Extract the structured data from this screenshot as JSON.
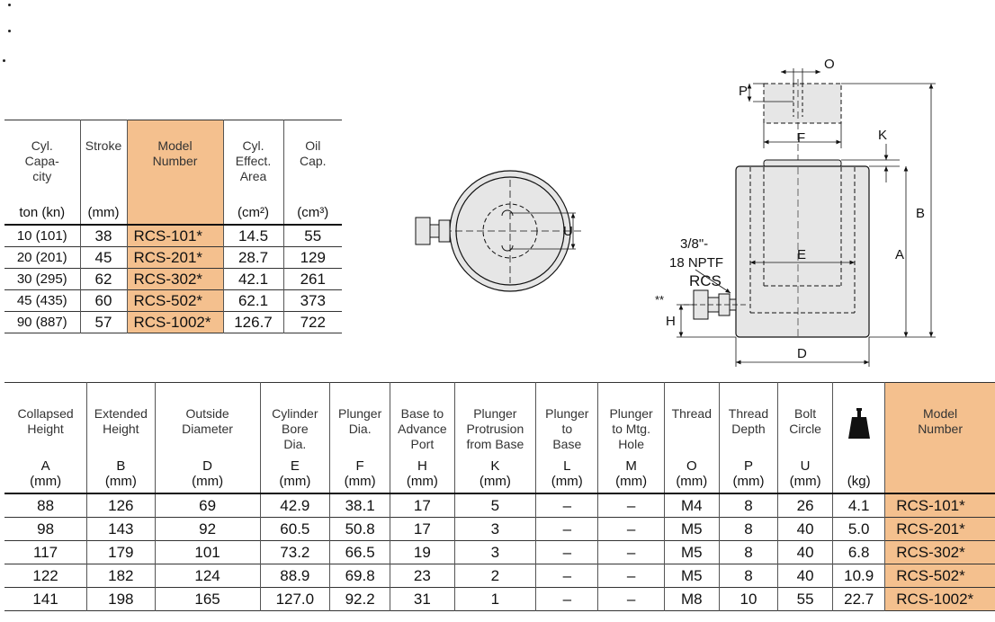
{
  "top_table": {
    "headers": [
      {
        "label": "Cyl.\nCapa-\ncity",
        "unit": "ton (kn)"
      },
      {
        "label": "Stroke",
        "unit": "(mm)"
      },
      {
        "label": "Model\nNumber",
        "unit": ""
      },
      {
        "label": "Cyl.\nEffect.\nArea",
        "unit": "(cm²)"
      },
      {
        "label": "Oil\nCap.",
        "unit": "(cm³)"
      }
    ],
    "rows": [
      [
        "10 (101)",
        "38",
        "RCS-101*",
        "14.5",
        "55"
      ],
      [
        "20 (201)",
        "45",
        "RCS-201*",
        "28.7",
        "129"
      ],
      [
        "30 (295)",
        "62",
        "RCS-302*",
        "42.1",
        "261"
      ],
      [
        "45 (435)",
        "60",
        "RCS-502*",
        "62.1",
        "373"
      ],
      [
        "90 (887)",
        "57",
        "RCS-1002*",
        "126.7",
        "722"
      ]
    ]
  },
  "bottom_table": {
    "headers": [
      {
        "label": "Collapsed\nHeight",
        "letter": "A",
        "unit": "(mm)"
      },
      {
        "label": "Extended\nHeight",
        "letter": "B",
        "unit": "(mm)"
      },
      {
        "label": "Outside\nDiameter",
        "letter": "D",
        "unit": "(mm)"
      },
      {
        "label": "Cylinder\nBore\nDia.",
        "letter": "E",
        "unit": "(mm)"
      },
      {
        "label": "Plunger\nDia.",
        "letter": "F",
        "unit": "(mm)"
      },
      {
        "label": "Base to\nAdvance\nPort",
        "letter": "H",
        "unit": "(mm)"
      },
      {
        "label": "Plunger\nProtrusion\nfrom Base",
        "letter": "K",
        "unit": "(mm)"
      },
      {
        "label": "Plunger\nto\nBase",
        "letter": "L",
        "unit": "(mm)"
      },
      {
        "label": "Plunger\nto Mtg.\nHole",
        "letter": "M",
        "unit": "(mm)"
      },
      {
        "label": "Thread",
        "letter": "O",
        "unit": "(mm)"
      },
      {
        "label": "Thread\nDepth",
        "letter": "P",
        "unit": "(mm)"
      },
      {
        "label": "Bolt\nCircle",
        "letter": "U",
        "unit": "(mm)"
      },
      {
        "label": "",
        "letter": "",
        "unit": "(kg)",
        "icon": "weight-icon"
      },
      {
        "label": "Model\nNumber",
        "letter": "",
        "unit": ""
      }
    ],
    "rows": [
      [
        "88",
        "126",
        "69",
        "42.9",
        "38.1",
        "17",
        "5",
        "–",
        "–",
        "M4",
        "8",
        "26",
        "4.1",
        "RCS-101*"
      ],
      [
        "98",
        "143",
        "92",
        "60.5",
        "50.8",
        "17",
        "3",
        "–",
        "–",
        "M5",
        "8",
        "40",
        "5.0",
        "RCS-201*"
      ],
      [
        "117",
        "179",
        "101",
        "73.2",
        "66.5",
        "19",
        "3",
        "–",
        "–",
        "M5",
        "8",
        "40",
        "6.8",
        "RCS-302*"
      ],
      [
        "122",
        "182",
        "124",
        "88.9",
        "69.8",
        "23",
        "2",
        "–",
        "–",
        "M5",
        "8",
        "40",
        "10.9",
        "RCS-502*"
      ],
      [
        "141",
        "198",
        "165",
        "127.0",
        "92.2",
        "31",
        "1",
        "–",
        "–",
        "M8",
        "10",
        "55",
        "22.7",
        "RCS-1002*"
      ]
    ]
  },
  "diagram": {
    "labels": {
      "O": "O",
      "P": "P",
      "F": "F",
      "K": "K",
      "B": "B",
      "A": "A",
      "E": "E",
      "D": "D",
      "H": "H",
      "U": "U",
      "star": "**",
      "port_line1": "3/8\"-",
      "port_line2": "18 NPTF",
      "port_model": "RCS"
    }
  },
  "colors": {
    "accent": "#f4c08e",
    "body": "#e6e6e6"
  }
}
